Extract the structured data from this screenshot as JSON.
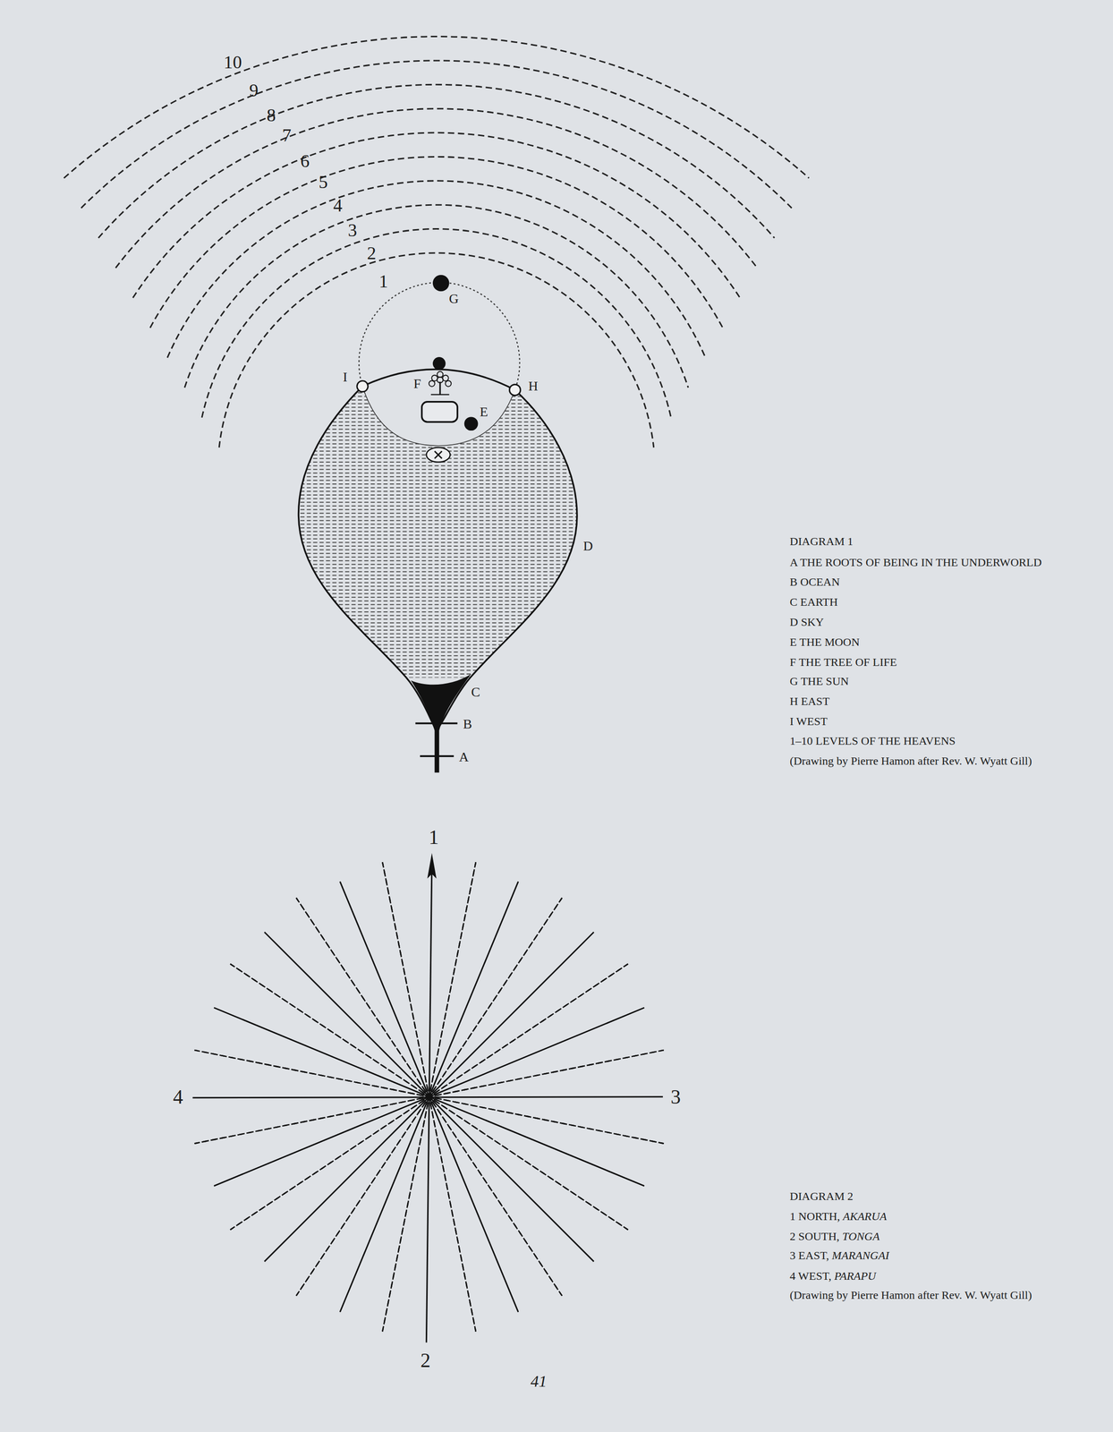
{
  "diagram": {
    "labels": [
      "10",
      "9",
      "8",
      "7",
      "6",
      "5",
      "4",
      "3",
      "2",
      "1",
      "G",
      "I",
      "F",
      "H",
      "E",
      "D",
      "C",
      "B",
      "A",
      "DIAGRAM 1",
      "A THE ROOTS OF BEING IN THE UNDERWORLD",
      "B OCEAN",
      "C EARTH",
      "D SKY",
      "E THE MOON",
      "F THE TREE OF LIFE",
      "G THE SUN",
      "H EAST",
      "I WEST",
      "1–10 LEVELS OF THE HEAVENS",
      "(Drawing by Pierre Hamon after Rev. W. Wyatt Gill)",
      "1",
      "4",
      "3",
      "2",
      "DIAGRAM 2",
      "1 NORTH, AKARUA",
      "2 SOUTH, TONGA",
      "3 EAST, MARANGAI",
      "4 WEST, PARAPU",
      "(Drawing by Pierre Hamon after Rev. W. Wyatt Gill)",
      "41"
    ]
  }
}
